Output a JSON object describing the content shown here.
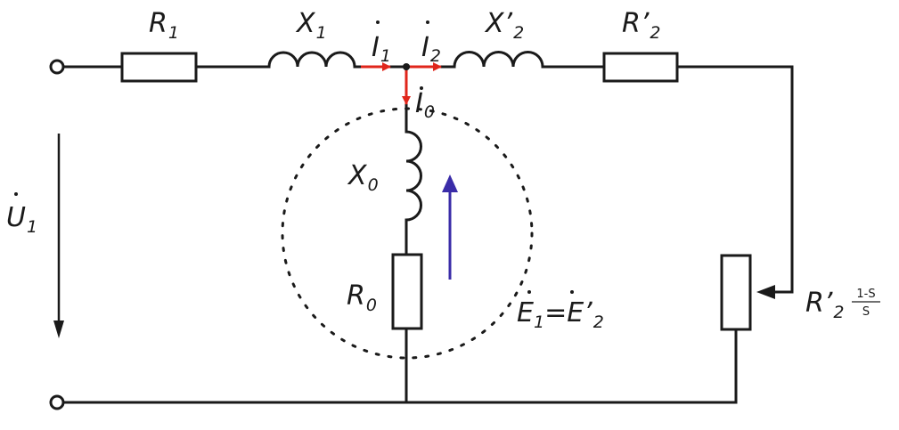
{
  "diagram": {
    "title": "Induction motor T-equivalent circuit",
    "colors": {
      "wire": "#1a1a1a",
      "current_arrow": "#e0261b",
      "emf_arrow": "#3a2ca8",
      "background": "#ffffff"
    },
    "labels": {
      "R1": {
        "base": "R",
        "sub": "1"
      },
      "X1": {
        "base": "X",
        "sub": "1"
      },
      "I1": {
        "base": "I",
        "sub": "1"
      },
      "I2": {
        "base": "I",
        "sub": "2"
      },
      "I0": {
        "base": "I",
        "sub": "0"
      },
      "X2p": {
        "base": "X’",
        "sub": "2"
      },
      "R2p": {
        "base": "R’",
        "sub": "2"
      },
      "X0": {
        "base": "X",
        "sub": "0"
      },
      "R0": {
        "base": "R",
        "sub": "0"
      },
      "U1": {
        "base": "U",
        "sub": "1"
      },
      "E": {
        "left_base": "E",
        "left_sub": "1",
        "eq": "=",
        "right_base": "E’",
        "right_sub": "2"
      },
      "Rload": {
        "base": "R’",
        "sub": "2",
        "frac_num": "1-S",
        "frac_den": "S"
      }
    }
  }
}
